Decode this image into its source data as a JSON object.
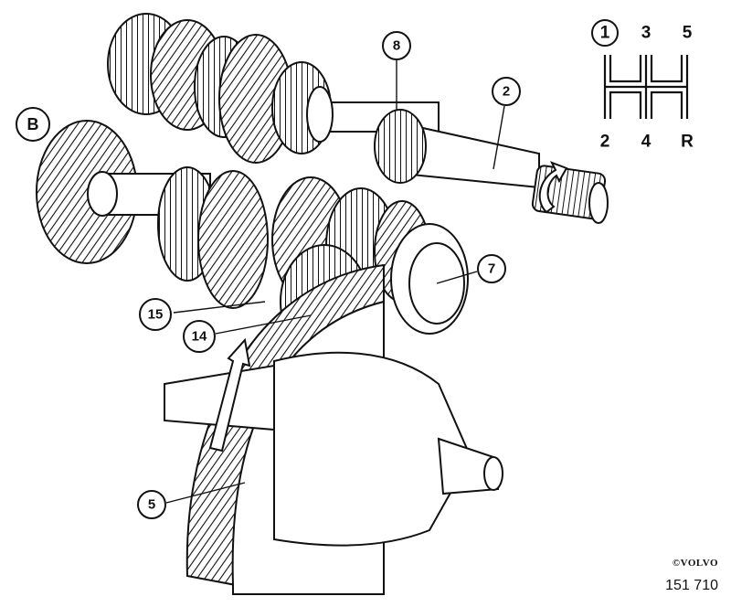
{
  "view_label": "B",
  "callouts": [
    {
      "id": "8",
      "label": "8"
    },
    {
      "id": "2",
      "label": "2"
    },
    {
      "id": "7",
      "label": "7"
    },
    {
      "id": "15",
      "label": "15"
    },
    {
      "id": "14",
      "label": "14"
    },
    {
      "id": "5",
      "label": "5"
    }
  ],
  "shift_pattern": {
    "top": [
      "1",
      "3",
      "5"
    ],
    "bottom": [
      "2",
      "4",
      "R"
    ],
    "selected": "1"
  },
  "copyright": "©VOLVO",
  "figure_number": "151 710",
  "colors": {
    "ink": "#111111",
    "paper": "#ffffff"
  }
}
